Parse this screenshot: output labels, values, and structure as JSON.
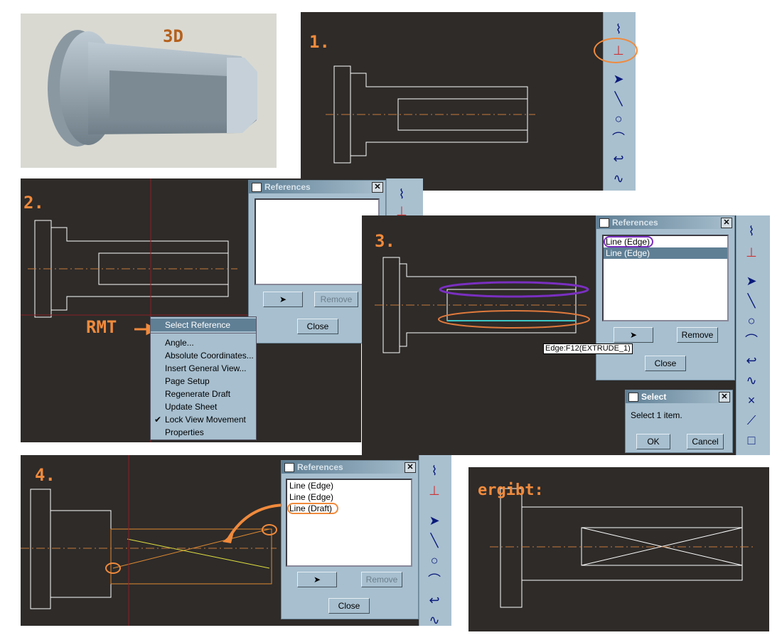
{
  "panel0": {
    "label": "3D"
  },
  "panel1": {
    "label": "1."
  },
  "panel2": {
    "label": "2.",
    "rmt_label": "RMT",
    "references_dialog": {
      "title": "References",
      "close_label": "Close",
      "remove_label": "Remove",
      "items": []
    },
    "context_menu": {
      "items": [
        "Select Reference",
        "Angle...",
        "Absolute Coordinates...",
        "Insert General View...",
        "Page Setup",
        "Regenerate Draft",
        "Update Sheet",
        "Lock View Movement",
        "Properties"
      ],
      "checked": "Lock View Movement"
    }
  },
  "panel3": {
    "label": "3.",
    "references_dialog": {
      "title": "References",
      "items": [
        "Line (Edge)",
        "Line (Edge)"
      ],
      "remove_label": "Remove",
      "close_label": "Close"
    },
    "tooltip": "Edge:F12(EXTRUDE_1)",
    "select_dialog": {
      "title": "Select",
      "message": "Select 1 item.",
      "ok_label": "OK",
      "cancel_label": "Cancel"
    }
  },
  "panel4": {
    "label": "4.",
    "references_dialog": {
      "title": "References",
      "items": [
        "Line (Edge)",
        "Line (Edge)",
        "Line (Draft)"
      ],
      "remove_label": "Remove",
      "close_label": "Close"
    }
  },
  "panel5": {
    "label": "ergibt:"
  },
  "toolbar_icons": [
    "references-icon",
    "constraints-icon",
    "select-arrow-icon",
    "line-icon",
    "circle-icon",
    "arc-icon",
    "fillet-icon",
    "spline-icon",
    "point-icon",
    "chamfer-icon",
    "rectangle-icon"
  ],
  "colors": {
    "canvas": "#2e2b29",
    "annotation": "#f08a3c",
    "ui": "#a7bfcf"
  }
}
